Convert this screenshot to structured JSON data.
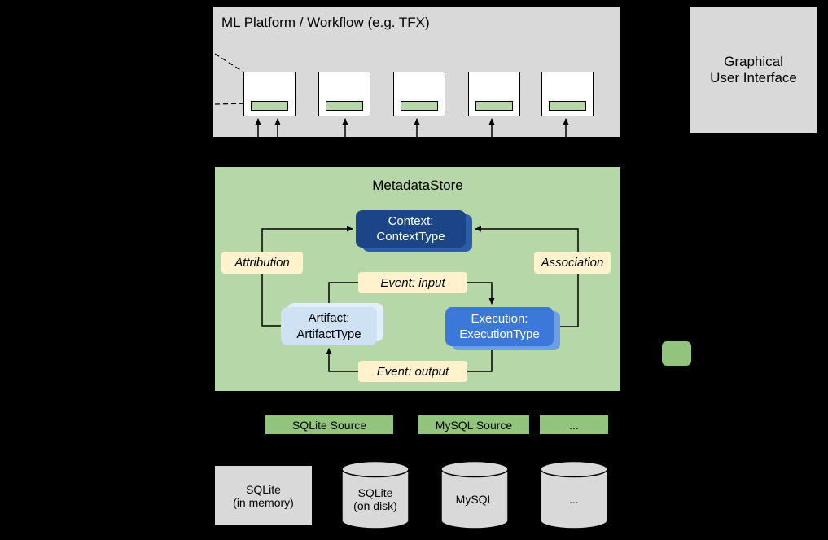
{
  "platform": {
    "title": "ML Platform / Workflow (e.g. TFX)"
  },
  "gui": {
    "title": "Graphical\nUser Interface"
  },
  "metadata_store": {
    "title": "MetadataStore",
    "context_label": "Context:\nContextType",
    "artifact_label": "Artifact:\nArtifactType",
    "execution_label": "Execution:\nExecutionType",
    "attribution_label": "Attribution",
    "association_label": "Association",
    "event_input_label": "Event: input",
    "event_output_label": "Event: output"
  },
  "sources": [
    {
      "label": "SQLite Source"
    },
    {
      "label": "MySQL Source"
    },
    {
      "label": "..."
    }
  ],
  "storage": {
    "in_memory_label": "SQLite\n(in memory)",
    "cylinders": [
      {
        "label": "SQLite\n(on disk)"
      },
      {
        "label": "MySQL"
      },
      {
        "label": "..."
      }
    ]
  },
  "colors": {
    "background": "#000000",
    "gray_box": "#d9d9d9",
    "store_green": "#b6d7a8",
    "source_green": "#93c47d",
    "context_blue": "#1c4587",
    "execution_blue": "#3c78d8",
    "artifact_blue": "#cfe2f3",
    "label_cream": "#fff2cc",
    "step_box_white": "#ffffff",
    "line_black": "#000000"
  }
}
